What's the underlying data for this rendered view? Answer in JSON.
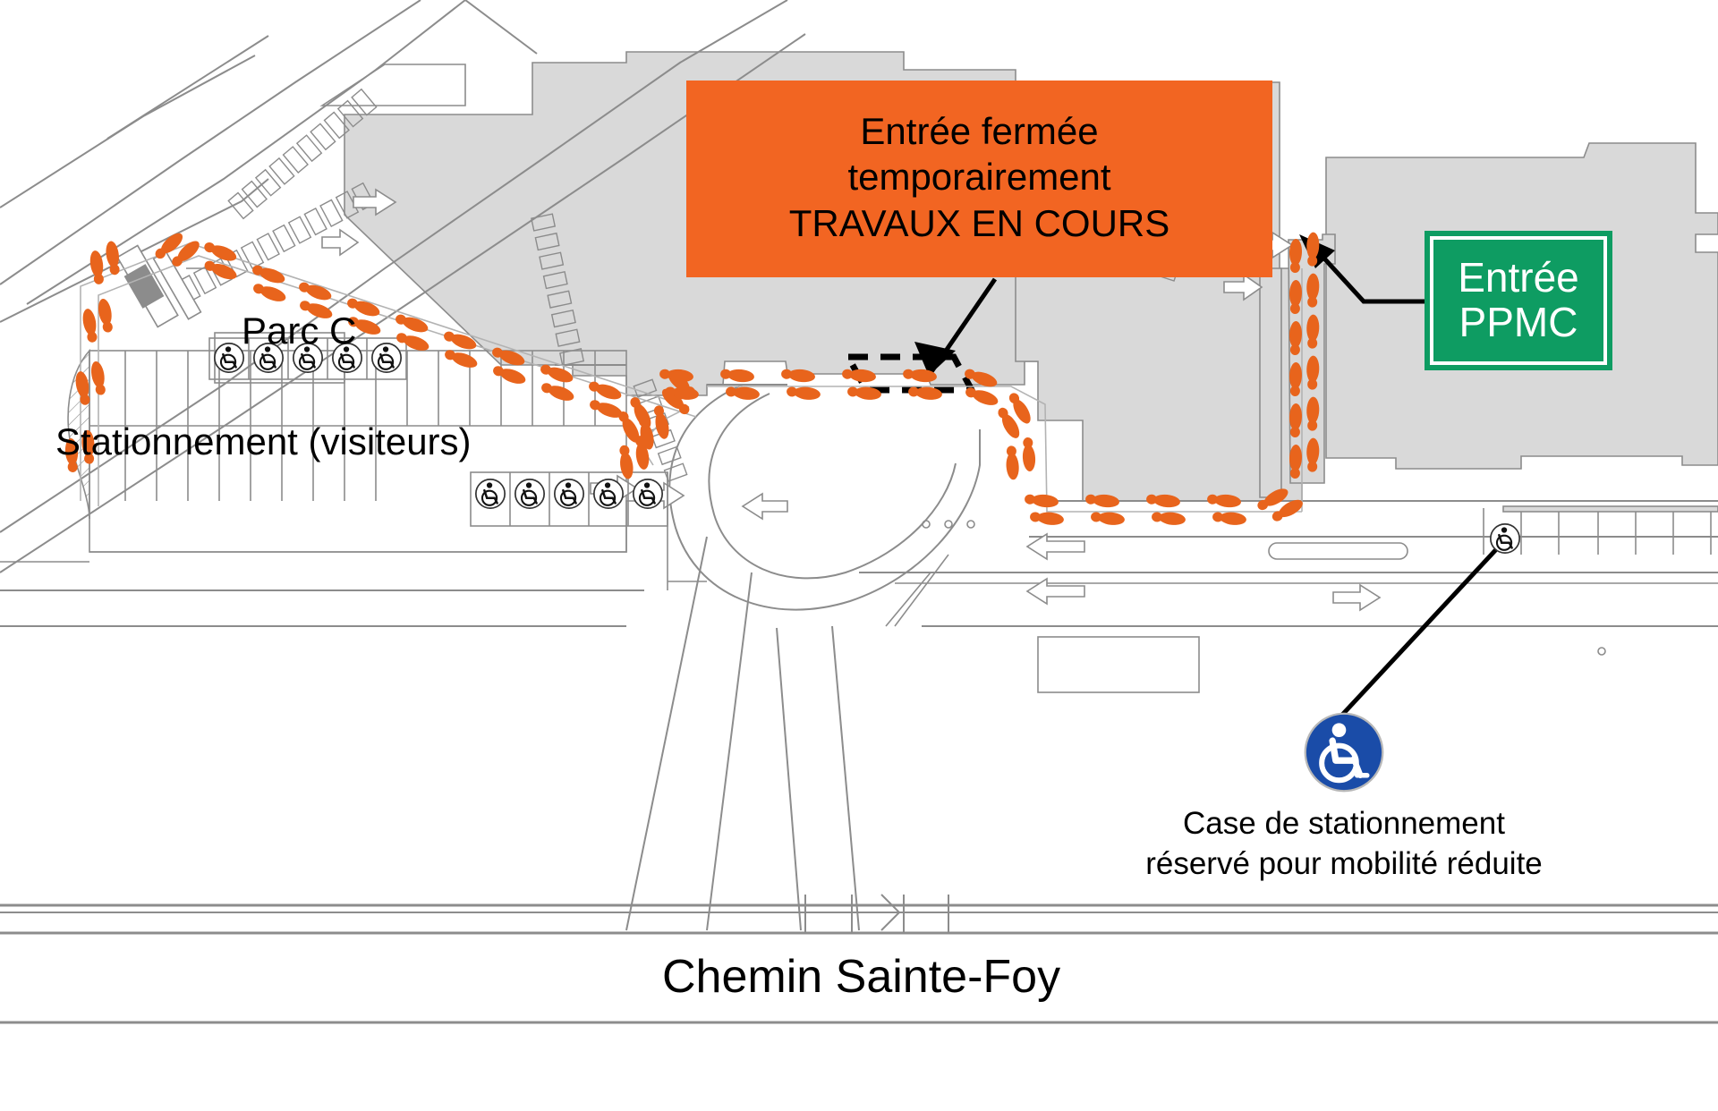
{
  "map": {
    "title_street": "Chemin Sainte-Foy",
    "labels": {
      "parc_c": "Parc  C",
      "visiteurs": "Stationnement (visiteurs)"
    },
    "colors": {
      "construction_orange": "#F26522",
      "entrance_green": "#0E9C62",
      "accessible_blue": "#1A4CA8",
      "footprint_orange": "#E8641C",
      "building_grey": "#D9D9D9",
      "line_grey": "#8C8C8C"
    }
  },
  "banner_closure": {
    "line1": "Entrée fermée",
    "line2": "temporairement",
    "line3": "TRAVAUX EN COURS"
  },
  "sign_entrance": {
    "line1": "Entrée",
    "line2": "PPMC"
  },
  "legend_accessible": {
    "icon": "wheelchair-icon",
    "line1": "Case de stationnement",
    "line2": "réservé pour mobilité réduite"
  },
  "icons": {
    "wheelchair": "wheelchair-icon",
    "footprints": "footprint-pair-icon",
    "arrow_pointer": "arrow-pointer-icon",
    "direction_arrow": "direction-arrow-icon"
  },
  "accessible_stalls": {
    "row_upper_count": 5,
    "row_lower_count": 5,
    "right_lot_marker_count": 1
  },
  "footpath": {
    "description": "orange footprint trail from Parc C to Entrée PPMC",
    "segments": [
      "parc-c-west-edge",
      "diagonal-northeast",
      "plaza-east",
      "east-walkway",
      "ppmc-entrance-column"
    ]
  }
}
